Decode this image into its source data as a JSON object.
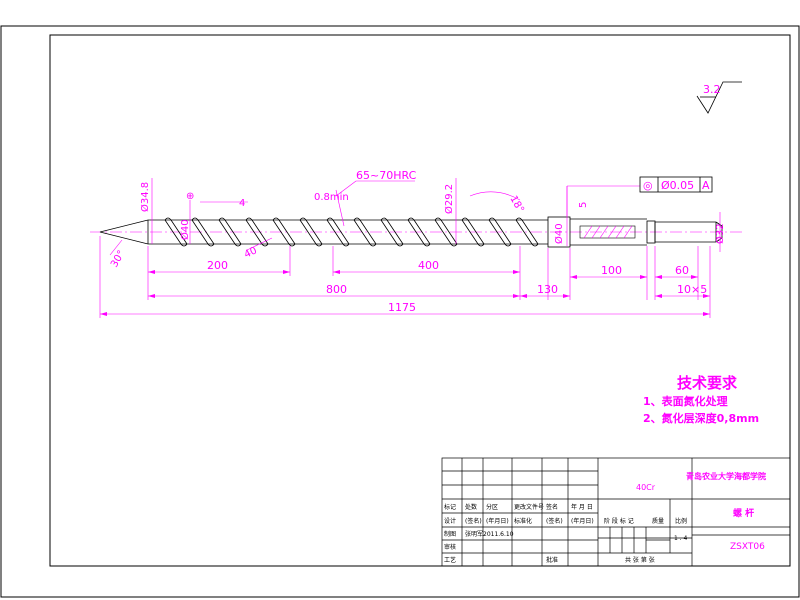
{
  "dimensions": {
    "tip_angle": "30°",
    "d_tip": "Ø34.8",
    "d_root_left": "Ø40",
    "flight_width": "4",
    "pitch": "40",
    "hardness": "65~70HRC",
    "flight_clearance": "0.8min",
    "d_root_mid": "Ø29.2",
    "helix_angle": "18°",
    "d_body": "Ø40",
    "d_shank": "Ø32",
    "groove": "5",
    "len_200": "200",
    "len_400": "400",
    "len_800": "800",
    "len_130": "130",
    "len_100": "100",
    "len_60": "60",
    "len_chamfer": "10×5",
    "len_total": "1175"
  },
  "tolerance": {
    "symbol": "◎",
    "value": "Ø0.05",
    "datum": "A"
  },
  "roughness": "3.2",
  "notes": {
    "title": "技术要求",
    "item1": "1、表面氮化处理",
    "item2": "2、氮化层深度0,8mm"
  },
  "title_block": {
    "material": "40Cr",
    "school": "青岛农业大学海都学院",
    "part_name": "螺 杆",
    "drawing_no": "ZSXT06",
    "scale": "1 . 4",
    "header_labels": [
      "标记",
      "处数",
      "分区",
      "更改文件号",
      "签名",
      "年 月 日"
    ],
    "row2_labels": [
      "设计",
      "(签名)",
      "(年月日)",
      "标准化",
      "(签名)",
      "(年月日)"
    ],
    "row3_labels": [
      "制图",
      "张明军2011.6.10"
    ],
    "row4_label": "审核",
    "row5_label": "工艺",
    "approve_label": "批准",
    "stage_label": "阶 段 标 记",
    "weight_label": "质量",
    "ratio_label": "比例",
    "sheet_label": "共 张 第 张"
  },
  "colors": {
    "geometry": "#000000",
    "annotation": "#ff00ff",
    "frame": "#000000"
  }
}
